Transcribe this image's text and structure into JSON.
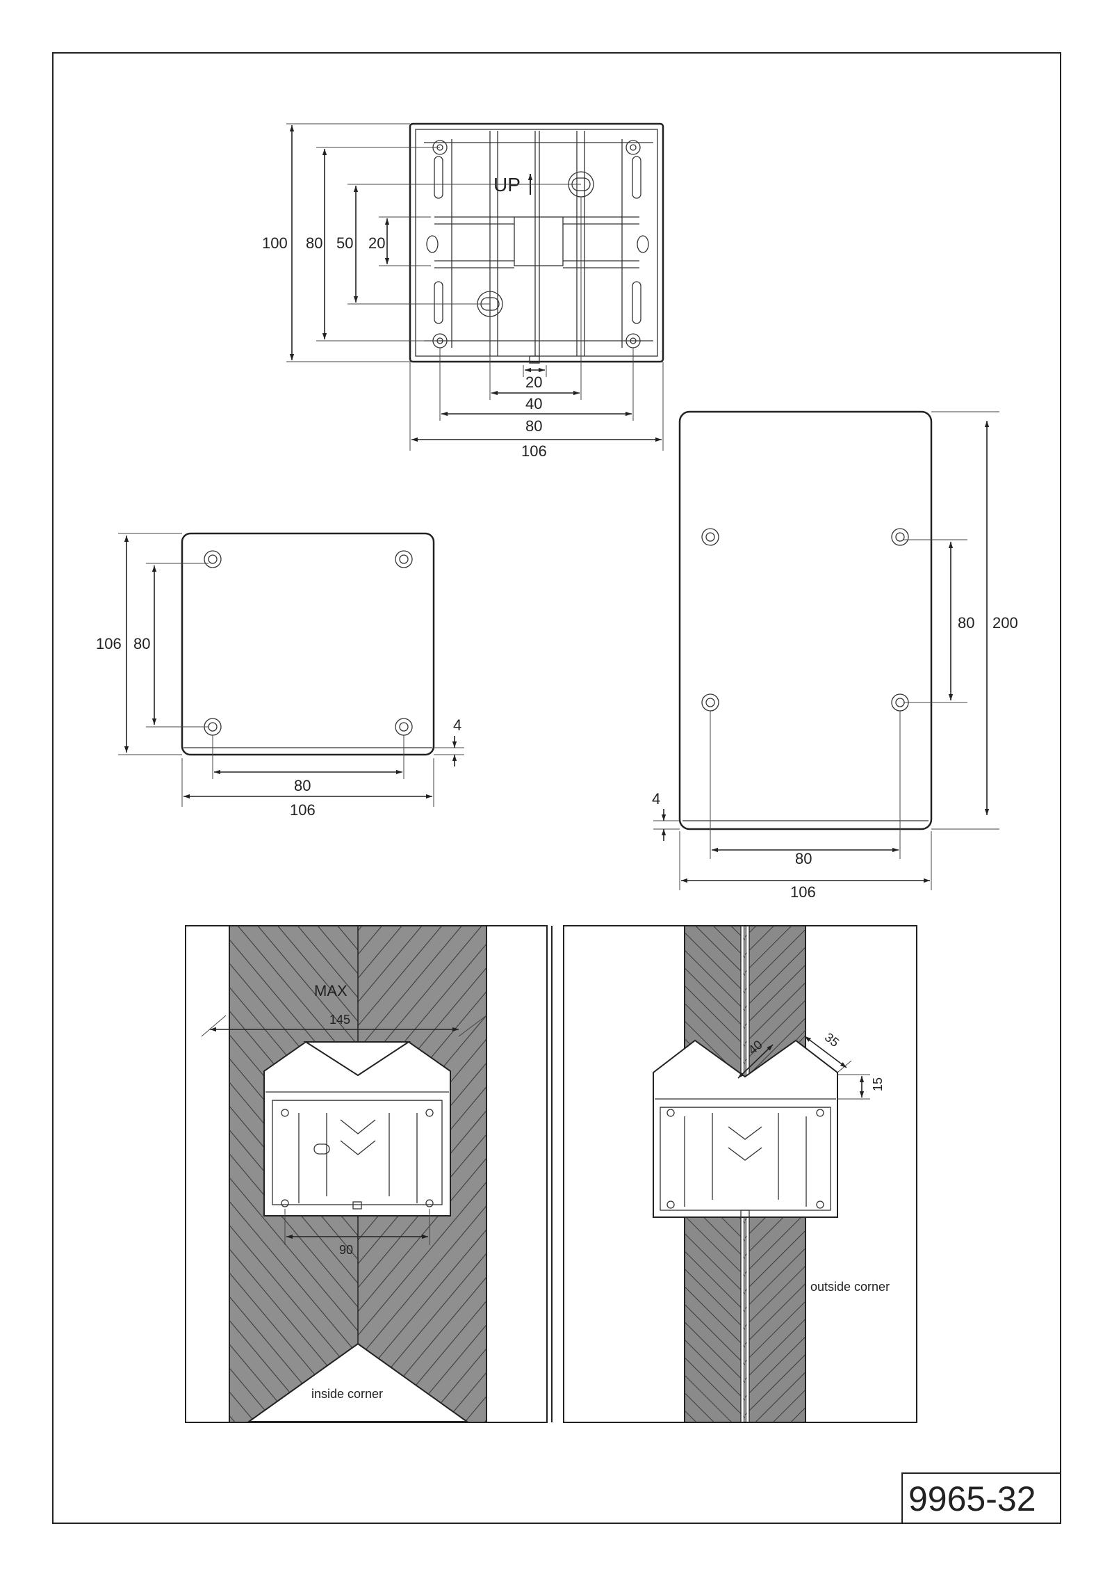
{
  "drawing_number": "9965-32",
  "back_box": {
    "marking": "UP",
    "dims_vertical": [
      "100",
      "80",
      "50",
      "20"
    ],
    "dims_horizontal": [
      "20",
      "40",
      "80",
      "106"
    ]
  },
  "square_plate": {
    "dims_vertical": [
      "106",
      "80"
    ],
    "thickness": "4",
    "dims_horizontal": [
      "80",
      "106"
    ]
  },
  "tall_plate": {
    "dims_vertical": [
      "80",
      "200"
    ],
    "thickness": "4",
    "dims_horizontal": [
      "80",
      "106"
    ]
  },
  "inside_corner": {
    "caption": "inside corner",
    "max_label": "MAX",
    "max_value": "145",
    "screw_spacing": "90"
  },
  "outside_corner": {
    "caption": "outside corner",
    "dim_a": "40",
    "dim_b": "35",
    "dim_c": "15"
  }
}
